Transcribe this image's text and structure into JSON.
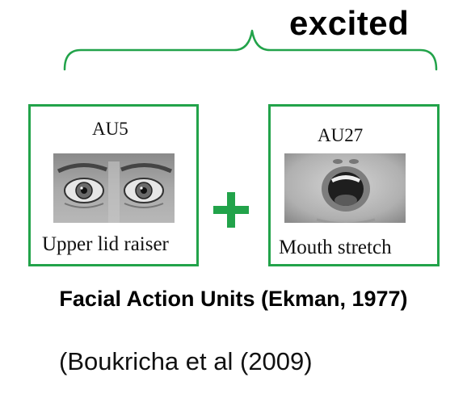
{
  "label": "excited",
  "action_units": [
    {
      "code": "AU5",
      "description": "Upper lid raiser",
      "image": "wide-open-eyes-photo"
    },
    {
      "code": "AU27",
      "description": "Mouth stretch",
      "image": "open-mouth-photo"
    }
  ],
  "combinator": "+",
  "title": "Facial Action Units (Ekman, 1977)",
  "citation": "(Boukricha et al (2009)",
  "colors": {
    "accent": "#22a34a",
    "text": "#000000"
  }
}
